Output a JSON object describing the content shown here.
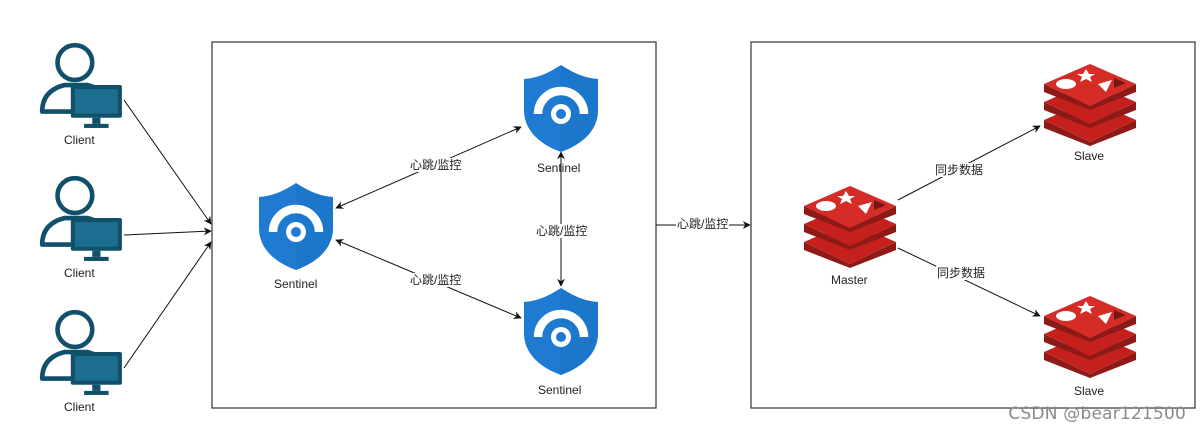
{
  "clients": [
    {
      "label": "Client"
    },
    {
      "label": "Client"
    },
    {
      "label": "Client"
    }
  ],
  "sentinels": [
    {
      "label": "Sentinel"
    },
    {
      "label": "Sentinel"
    },
    {
      "label": "Sentinel"
    }
  ],
  "redis_nodes": {
    "master": {
      "label": "Master"
    },
    "slaves": [
      {
        "label": "Slave"
      },
      {
        "label": "Slave"
      }
    ]
  },
  "edge_labels": {
    "heartbeat": "心跳/监控",
    "sync": "同步数据"
  },
  "watermark": "CSDN @bear121500",
  "colors": {
    "client_icon": "#10506b",
    "sentinel_shield": "#1e7bd1",
    "redis_red": "#c6201d",
    "line": "#111111"
  }
}
